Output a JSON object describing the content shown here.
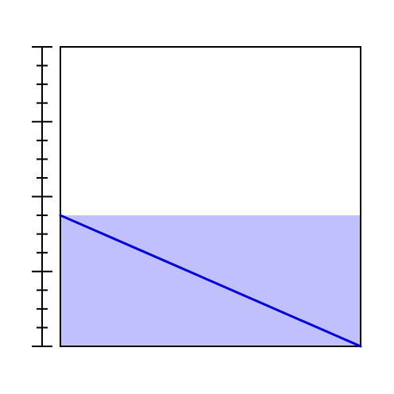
{
  "chart_data": {
    "type": "area",
    "title": "",
    "xlabel": "",
    "ylabel": "",
    "x": [
      0,
      1
    ],
    "series": [
      {
        "values": [
          0.35,
          0.0
        ]
      }
    ],
    "filled_level": 0.35,
    "xlim": [
      0,
      1
    ],
    "ylim": [
      0,
      0.8
    ],
    "y_major_ticks": [
      0,
      0.2,
      0.4,
      0.6,
      0.8
    ],
    "y_minor_step": 0.05,
    "tick_labels_visible": false,
    "grid": false,
    "legend": "none",
    "colors": {
      "fill": "#c0c0ff",
      "line": "#0000dd",
      "axis": "#000000"
    }
  }
}
